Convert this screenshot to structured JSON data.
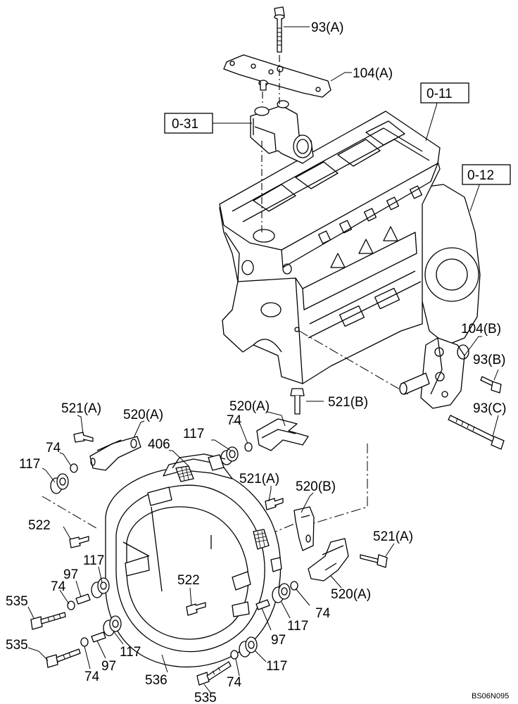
{
  "diagram_code": "BS06N095",
  "ref_boxes": [
    {
      "id": "ref-0-31",
      "text": "0-31"
    },
    {
      "id": "ref-0-11",
      "text": "0-11"
    },
    {
      "id": "ref-0-12",
      "text": "0-12"
    }
  ],
  "callouts": [
    {
      "id": "c-93a",
      "text": "93(A)"
    },
    {
      "id": "c-104a",
      "text": "104(A)"
    },
    {
      "id": "c-104b",
      "text": "104(B)"
    },
    {
      "id": "c-93b",
      "text": "93(B)"
    },
    {
      "id": "c-93c",
      "text": "93(C)"
    },
    {
      "id": "c-521b",
      "text": "521(B)"
    },
    {
      "id": "c-520a-top",
      "text": "520(A)"
    },
    {
      "id": "c-74-a",
      "text": "74"
    },
    {
      "id": "c-117-a",
      "text": "117"
    },
    {
      "id": "c-406",
      "text": "406"
    },
    {
      "id": "c-521a-left",
      "text": "521(A)"
    },
    {
      "id": "c-520a-left",
      "text": "520(A)"
    },
    {
      "id": "c-74-b",
      "text": "74"
    },
    {
      "id": "c-117-b",
      "text": "117"
    },
    {
      "id": "c-521a-mid",
      "text": "521(A)"
    },
    {
      "id": "c-520b",
      "text": "520(B)"
    },
    {
      "id": "c-522-a",
      "text": "522"
    },
    {
      "id": "c-521a-right",
      "text": "521(A)"
    },
    {
      "id": "c-117-c",
      "text": "117"
    },
    {
      "id": "c-97-a",
      "text": "97"
    },
    {
      "id": "c-74-c",
      "text": "74"
    },
    {
      "id": "c-535-a",
      "text": "535"
    },
    {
      "id": "c-522-b",
      "text": "522"
    },
    {
      "id": "c-520a-right",
      "text": "520(A)"
    },
    {
      "id": "c-74-d",
      "text": "74"
    },
    {
      "id": "c-117-d",
      "text": "117"
    },
    {
      "id": "c-97-b",
      "text": "97"
    },
    {
      "id": "c-535-b",
      "text": "535"
    },
    {
      "id": "c-117-e",
      "text": "117"
    },
    {
      "id": "c-97-c",
      "text": "97"
    },
    {
      "id": "c-74-e",
      "text": "74"
    },
    {
      "id": "c-536",
      "text": "536"
    },
    {
      "id": "c-117-f",
      "text": "117"
    },
    {
      "id": "c-74-f",
      "text": "74"
    },
    {
      "id": "c-535-c",
      "text": "535"
    }
  ]
}
